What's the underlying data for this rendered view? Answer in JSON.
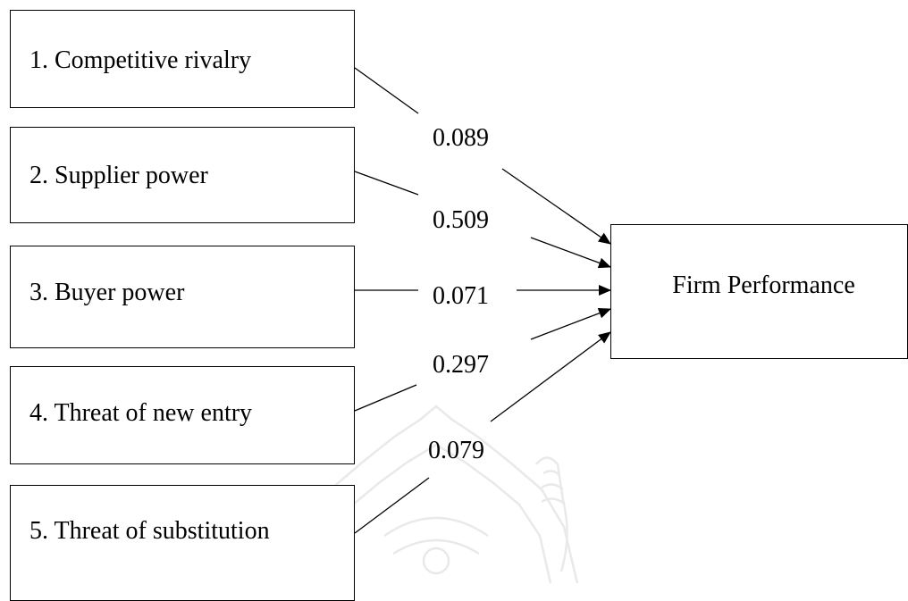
{
  "diagram": {
    "factors": [
      {
        "id": "f1",
        "label": "1. Competitive rivalry"
      },
      {
        "id": "f2",
        "label": "2. Supplier power"
      },
      {
        "id": "f3",
        "label": "3. Buyer power"
      },
      {
        "id": "f4",
        "label": "4. Threat of new entry"
      },
      {
        "id": "f5",
        "label": "5. Threat of substitution"
      }
    ],
    "outcome": {
      "label": "Firm Performance"
    },
    "paths": [
      {
        "from": "f1",
        "to": "outcome",
        "coefficient": "0.089"
      },
      {
        "from": "f2",
        "to": "outcome",
        "coefficient": "0.509"
      },
      {
        "from": "f3",
        "to": "outcome",
        "coefficient": "0.071"
      },
      {
        "from": "f4",
        "to": "outcome",
        "coefficient": "0.297"
      },
      {
        "from": "f5",
        "to": "outcome",
        "coefficient": "0.079"
      }
    ]
  },
  "colors": {
    "line": "#000000",
    "background": "#ffffff",
    "watermark": "#b8b8b8"
  },
  "icons": {
    "watermark": "university-seal-watermark-icon"
  }
}
